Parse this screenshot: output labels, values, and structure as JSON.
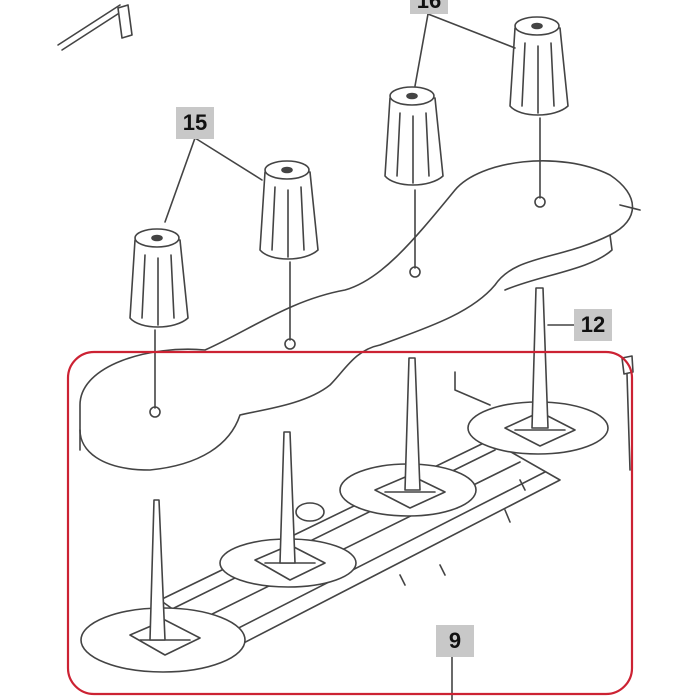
{
  "callouts": {
    "part_15": "15",
    "part_16": "16",
    "part_12": "12",
    "part_9": "9"
  },
  "colors": {
    "line": "#444444",
    "highlight": "#cc2233",
    "callout_bg": "#c8c8c8"
  }
}
